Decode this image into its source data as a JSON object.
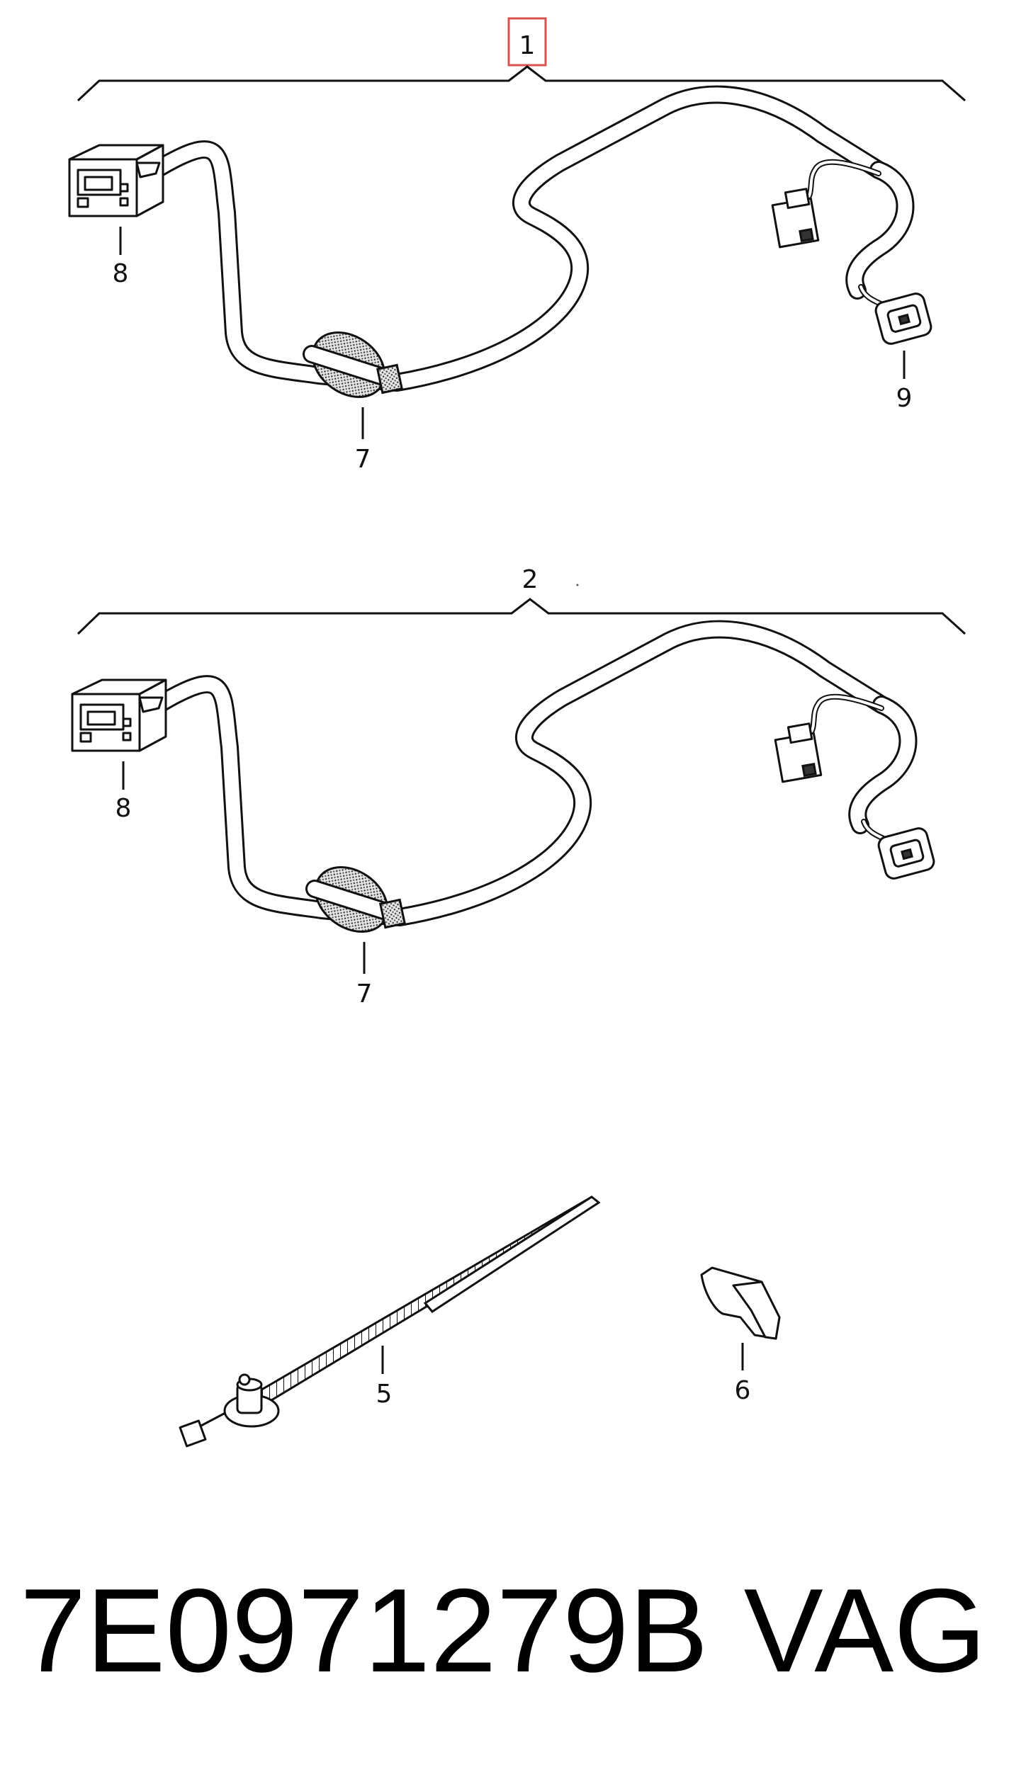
{
  "labels": {
    "item1": "1",
    "item2": "2",
    "item5": "5",
    "item6": "6",
    "item7": "7",
    "item8": "8",
    "item9": "9"
  },
  "footer": {
    "part_number": "7E0971279B",
    "brand": "VAG"
  },
  "colors": {
    "highlight_box": "#d9534f",
    "line": "#111111",
    "grommet_fill": "#bdbdbd"
  }
}
